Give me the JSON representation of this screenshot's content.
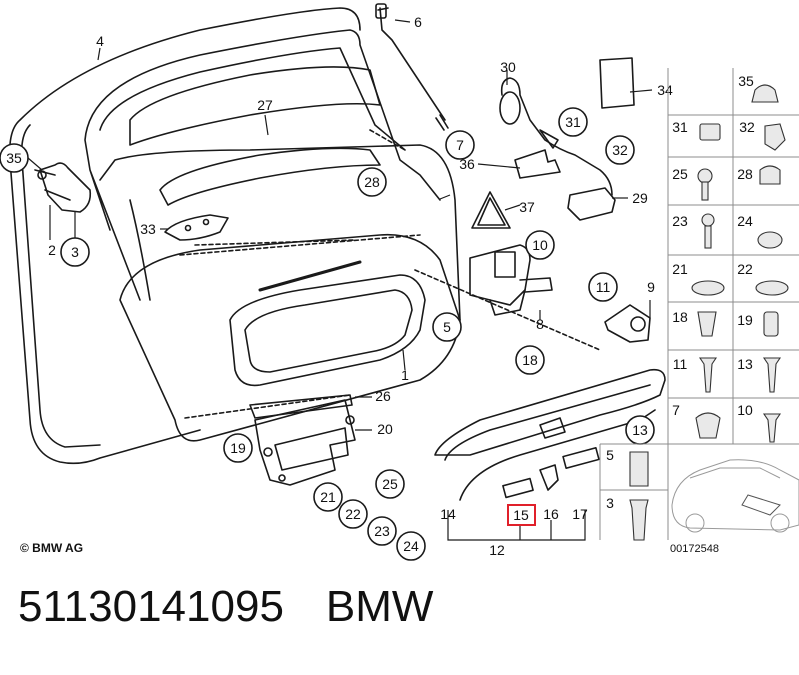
{
  "copyright": "© BMW AG",
  "diagram_id": "00172548",
  "footer": {
    "part_number": "51130141095",
    "brand": "BMW"
  },
  "highlighted_callout": "15",
  "callouts": {
    "c1": "1",
    "c2": "2",
    "c3": "3",
    "c4": "4",
    "c5": "5",
    "c6": "6",
    "c7": "7",
    "c8": "8",
    "c9": "9",
    "c10": "10",
    "c11": "11",
    "c12": "12",
    "c13": "13",
    "c14": "14",
    "c15": "15",
    "c16": "16",
    "c17": "17",
    "c18": "18",
    "c19": "19",
    "c20": "20",
    "c21": "21",
    "c22": "22",
    "c23": "23",
    "c24": "24",
    "c25": "25",
    "c26": "26",
    "c27": "27",
    "c28": "28",
    "c29": "29",
    "c30": "30",
    "c31": "31",
    "c32": "32",
    "c33": "33",
    "c34": "34",
    "c35": "35",
    "c36": "36",
    "c37": "37"
  },
  "panel": {
    "r35": "35",
    "r31": "31",
    "r32": "32",
    "r25": "25",
    "r28": "28",
    "r23": "23",
    "r24": "24",
    "r21": "21",
    "r22": "22",
    "r18": "18",
    "r19": "19",
    "r11": "11",
    "r13": "13",
    "r7": "7",
    "r10": "10",
    "r5": "5",
    "r3": "3"
  },
  "colors": {
    "line": "#1a1a1a",
    "highlight": "#e0202a",
    "panel_grid": "#8c8c8c"
  }
}
